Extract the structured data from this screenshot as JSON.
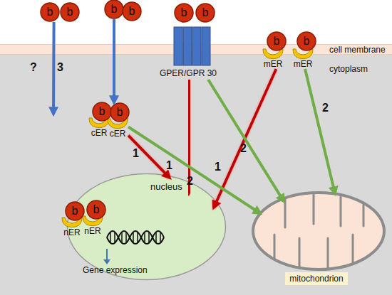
{
  "diagram": {
    "nodes": [
      {
        "text": [
          "cell membrane"
        ]
      },
      {
        "text": [
          "cytoplasm"
        ]
      },
      {
        "text": [
          "b"
        ]
      },
      {
        "text": [
          "b"
        ]
      },
      {
        "text": [
          "b"
        ]
      },
      {
        "text": [
          "b"
        ]
      },
      {
        "text": [
          "b"
        ]
      },
      {
        "text": [
          "b"
        ]
      },
      {
        "text": [
          "GPER/GPR 30"
        ]
      },
      {
        "text": [
          "b"
        ]
      },
      {
        "text": [
          "b"
        ]
      },
      {
        "text": [
          "mER"
        ]
      },
      {
        "text": [
          "mER"
        ]
      },
      {
        "text": [
          "b"
        ],
        "in": 1
      },
      {
        "text": [
          "b"
        ],
        "in": 1
      },
      {
        "text": [
          "cER"
        ],
        "in": 1
      },
      {
        "text": [
          "cER"
        ],
        "in": 1
      },
      {
        "text": [
          "nucleus"
        ],
        "in": 1
      },
      {
        "text": [
          "b"
        ],
        "in": 17
      },
      {
        "text": [
          "b"
        ],
        "in": 17
      },
      {
        "text": [
          "nER"
        ],
        "in": 17
      },
      {
        "text": [
          "nER"
        ],
        "in": 17
      },
      {
        "text": [
          "mitochondrion"
        ],
        "in": 1
      }
    ],
    "edges": [
      {
        "from": 2,
        "to": 1,
        "arrow": "to",
        "label": "3"
      },
      {
        "from": 4,
        "to": 14,
        "arrow": "to"
      },
      {
        "from": 16,
        "to": 17,
        "arrow": "to",
        "label": "1"
      },
      {
        "from": 8,
        "to": 17,
        "arrow": "to",
        "label": "1"
      },
      {
        "from": 11,
        "to": 17,
        "arrow": "to",
        "label": "1"
      },
      {
        "from": 16,
        "to": 22,
        "arrow": "to",
        "label": "2"
      },
      {
        "from": 8,
        "to": 22,
        "arrow": "to",
        "label": "2"
      },
      {
        "from": 12,
        "to": 22,
        "arrow": "to",
        "label": "2"
      }
    ],
    "labels": [
      "?",
      "Gene expression"
    ]
  }
}
